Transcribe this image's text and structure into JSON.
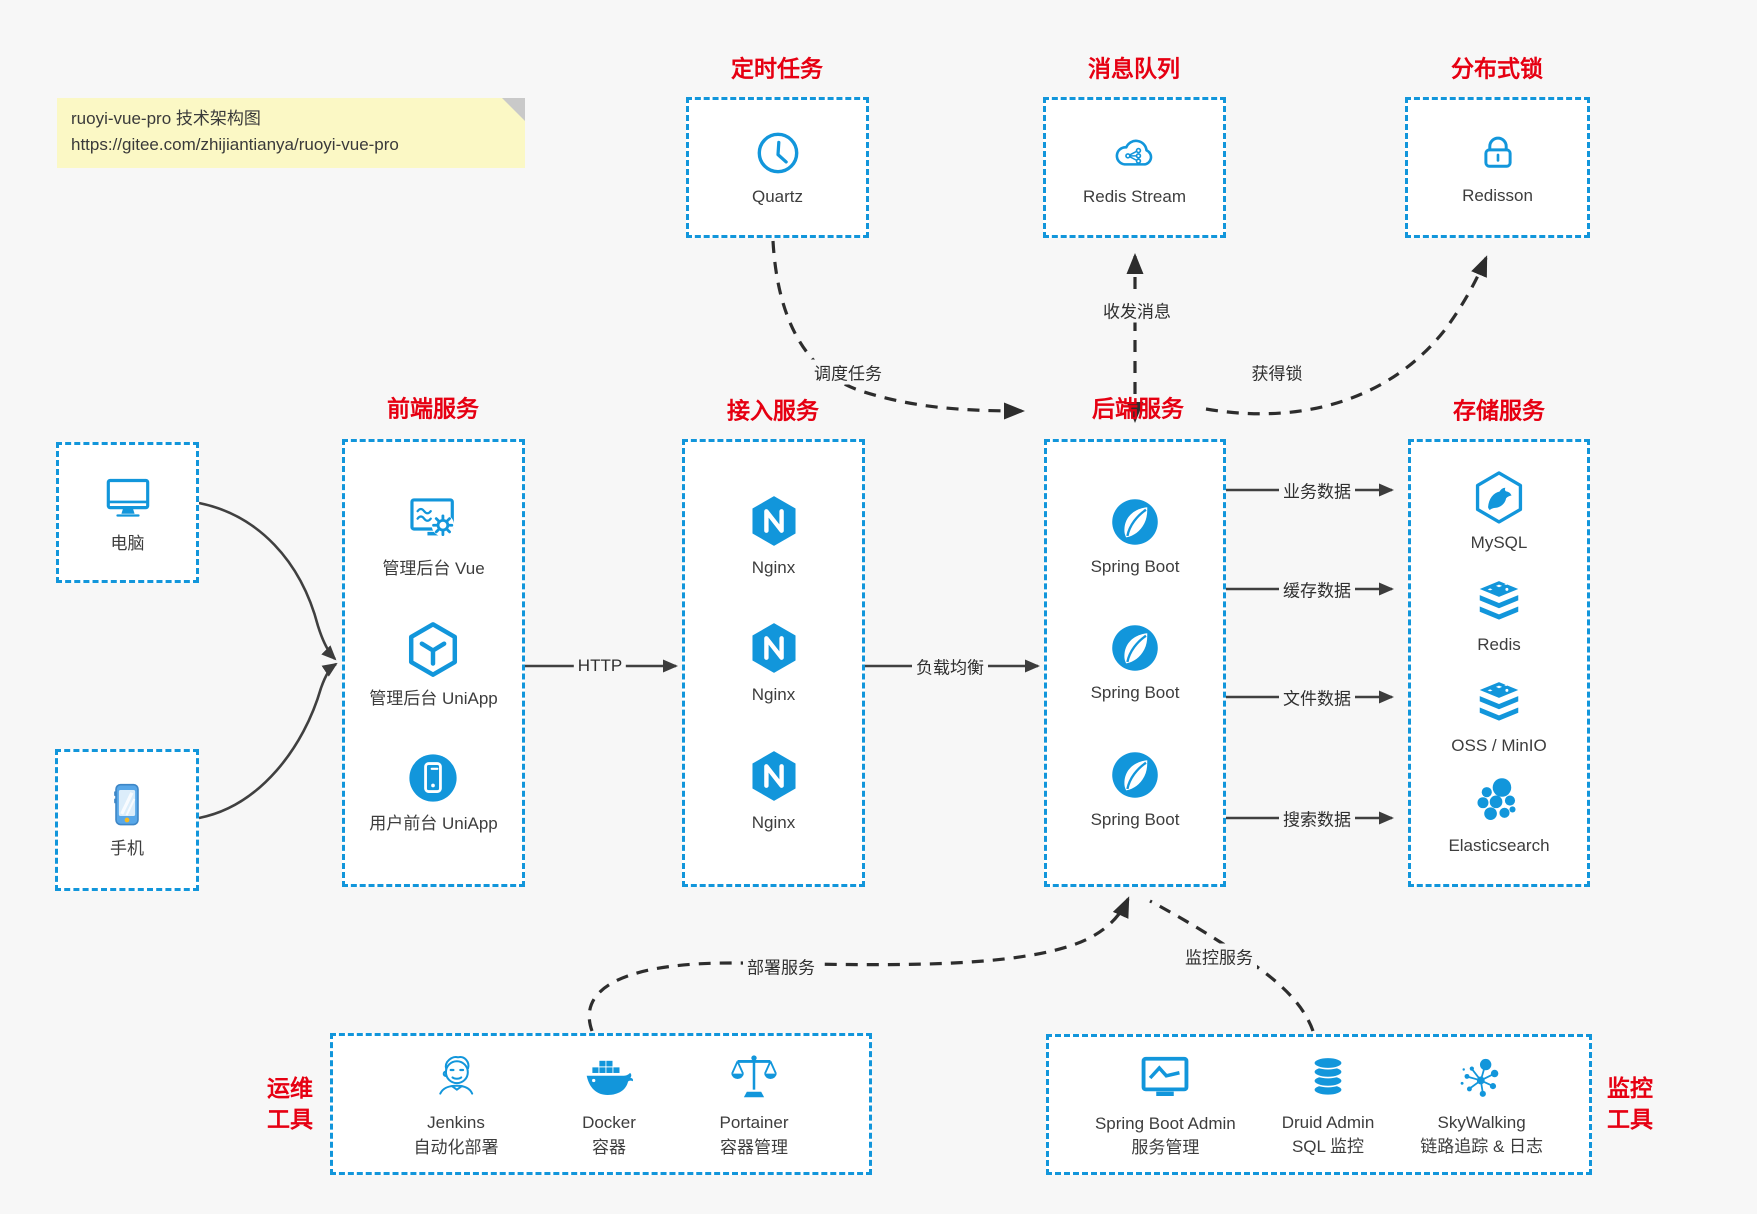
{
  "note": {
    "line1": "ruoyi-vue-pro 技术架构图",
    "line2": "https://gitee.com/zhijiantianya/ruoyi-vue-pro"
  },
  "groups": {
    "scheduled": {
      "title": "定时任务",
      "items": [
        {
          "icon": "clock-icon",
          "label": "Quartz"
        }
      ]
    },
    "mq": {
      "title": "消息队列",
      "items": [
        {
          "icon": "cloud-stream-icon",
          "label": "Redis Stream"
        }
      ]
    },
    "lock": {
      "title": "分布式锁",
      "items": [
        {
          "icon": "lock-icon",
          "label": "Redisson"
        }
      ]
    },
    "clients": {
      "pc": {
        "icon": "desktop-icon",
        "label": "电脑"
      },
      "phone": {
        "icon": "smartphone-icon",
        "label": "手机"
      }
    },
    "frontend": {
      "title": "前端服务",
      "items": [
        {
          "icon": "admin-vue-icon",
          "label": "管理后台 Vue"
        },
        {
          "icon": "uniapp-cube-icon",
          "label": "管理后台 UniApp"
        },
        {
          "icon": "user-app-icon",
          "label": "用户前台 UniApp"
        }
      ]
    },
    "access": {
      "title": "接入服务",
      "items": [
        {
          "icon": "nginx-icon",
          "label": "Nginx"
        },
        {
          "icon": "nginx-icon",
          "label": "Nginx"
        },
        {
          "icon": "nginx-icon",
          "label": "Nginx"
        }
      ]
    },
    "backend": {
      "title": "后端服务",
      "items": [
        {
          "icon": "spring-boot-icon",
          "label": "Spring Boot"
        },
        {
          "icon": "spring-boot-icon",
          "label": "Spring Boot"
        },
        {
          "icon": "spring-boot-icon",
          "label": "Spring Boot"
        }
      ]
    },
    "storage": {
      "title": "存储服务",
      "items": [
        {
          "icon": "mysql-icon",
          "label": "MySQL"
        },
        {
          "icon": "redis-icon",
          "label": "Redis"
        },
        {
          "icon": "oss-minio-icon",
          "label": "OSS / MinIO"
        },
        {
          "icon": "elasticsearch-icon",
          "label": "Elasticsearch"
        }
      ]
    },
    "ops": {
      "title_line1": "运维",
      "title_line2": "工具",
      "items": [
        {
          "icon": "jenkins-icon",
          "label": "Jenkins",
          "sublabel": "自动化部署"
        },
        {
          "icon": "docker-icon",
          "label": "Docker",
          "sublabel": "容器"
        },
        {
          "icon": "portainer-icon",
          "label": "Portainer",
          "sublabel": "容器管理"
        }
      ]
    },
    "monitoring": {
      "title_line1": "监控",
      "title_line2": "工具",
      "items": [
        {
          "icon": "spring-boot-admin-icon",
          "label": "Spring Boot Admin",
          "sublabel": "服务管理"
        },
        {
          "icon": "druid-icon",
          "label": "Druid Admin",
          "sublabel": "SQL 监控"
        },
        {
          "icon": "skywalking-icon",
          "label": "SkyWalking",
          "sublabel": "链路追踪 & 日志"
        }
      ]
    }
  },
  "edges": {
    "http": "HTTP",
    "load_balance": "负载均衡",
    "business_data": "业务数据",
    "cache_data": "缓存数据",
    "file_data": "文件数据",
    "search_data": "搜索数据",
    "schedule_task": "调度任务",
    "send_receive_message": "收发消息",
    "acquire_lock": "获得锁",
    "deploy_service": "部署服务",
    "monitor_service": "监控服务"
  },
  "colors": {
    "accent_blue": "#1296db",
    "title_red": "#e60012",
    "background": "#f7f7f7",
    "box_background": "#ffffff",
    "arrow_gray": "#404040",
    "dash_dark": "#2d2d2d",
    "note_background": "#fbf8c5",
    "note_fold": "#c9c9c9"
  }
}
